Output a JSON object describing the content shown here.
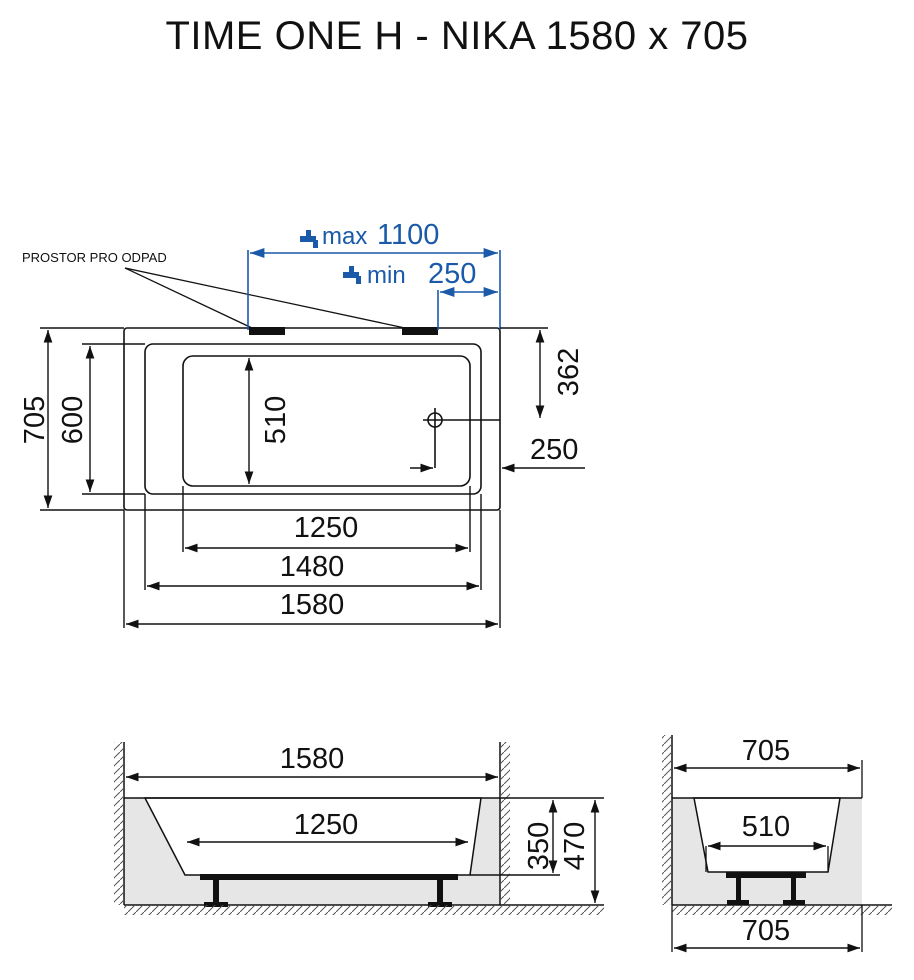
{
  "title": "TIME ONE H - NIKA 1580 x 705",
  "annotations": {
    "waste_space": "PROSTOR PRO ODPAD",
    "tap_max_prefix": "max",
    "tap_max": "1100",
    "tap_min_prefix": "min",
    "tap_min": "250"
  },
  "plan_dims": {
    "depth_total": "705",
    "depth_inner": "600",
    "depth_floor": "510",
    "drain_from_back": "362",
    "drain_from_end": "250",
    "floor_length": "1250",
    "inner_length": "1480",
    "total_length": "1580"
  },
  "side_view": {
    "total_length": "1580",
    "floor_length": "1250",
    "depth": "350",
    "height": "470"
  },
  "end_view": {
    "top_width": "705",
    "floor_width": "510",
    "base_width": "705"
  },
  "colors": {
    "line": "#111111",
    "tap_blue": "#1a5aa8",
    "fill_grey": "#e6e6e6"
  }
}
